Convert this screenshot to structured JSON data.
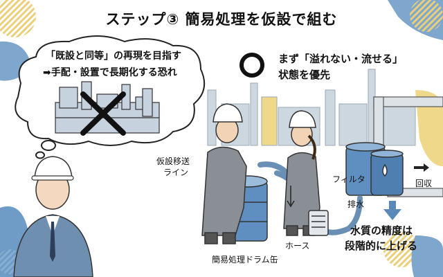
{
  "title": "ステップ③ 簡易処理を仮設で組む",
  "bubble": {
    "line1": "「既設と同等」の再現を目指す",
    "line2": "➡手配・設置で長期化する恐れ"
  },
  "priority": {
    "line1": "まず「溢れない・流せる」",
    "line2": "状態を優先"
  },
  "labels": {
    "temp_line_1": "仮設移送",
    "temp_line_2": "ライン",
    "filter": "フィルタ",
    "drain": "排水",
    "recover": "回収",
    "hose": "ホース",
    "drum": "簡易処理ドラム缶"
  },
  "quality": {
    "line1": "水質の精度は",
    "line2": "段階的に上げる"
  },
  "colors": {
    "accent_blue": "#6f9cc7",
    "yellow": "#efd88a",
    "pipe_gray": "#d0d6dc",
    "factory_gray": "#c8d3dd",
    "dark": "#222222"
  },
  "icons": [
    "thought-bubble",
    "cross-mark",
    "circle-ok-mark",
    "worker",
    "manager",
    "pump",
    "arrow-down",
    "arrow-right"
  ]
}
